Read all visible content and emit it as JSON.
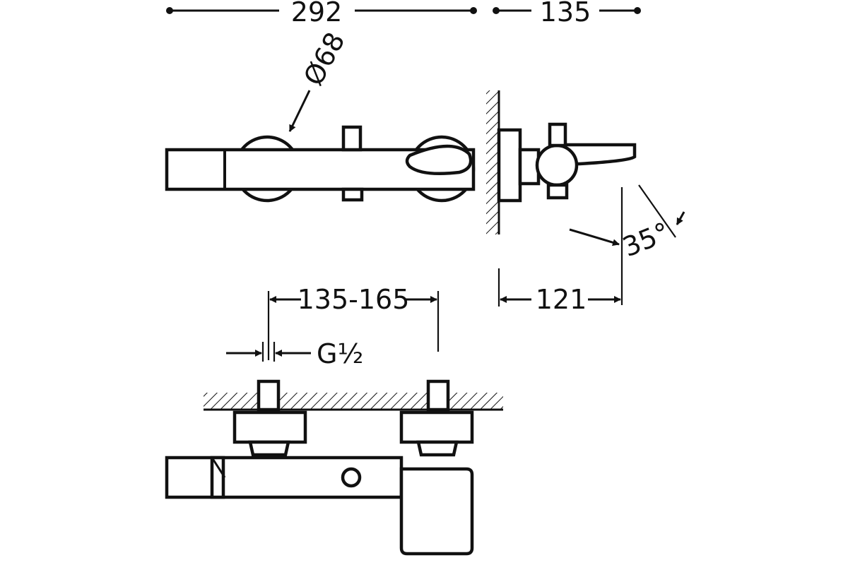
{
  "dimensions": {
    "overall_length": "292",
    "depth": "135",
    "handle_diameter": "Ø68",
    "spout_projection": "121",
    "spout_angle": "35°",
    "inlet_centers": "135-165",
    "thread_size": "G½"
  }
}
